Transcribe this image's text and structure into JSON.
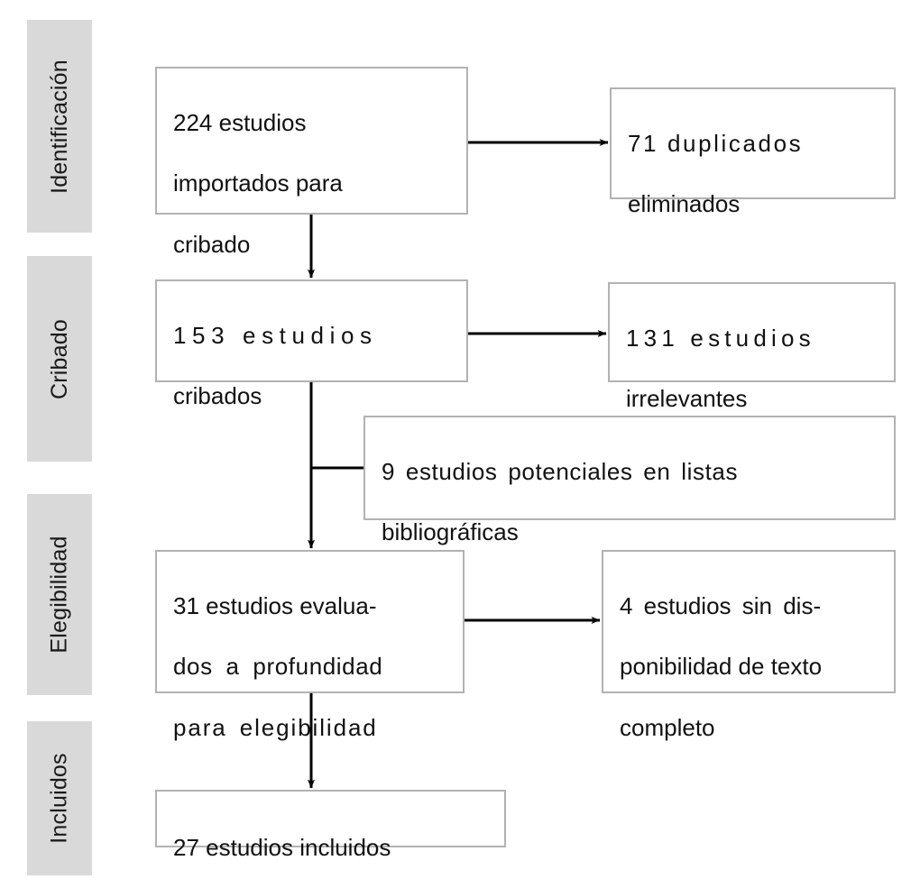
{
  "diagram": {
    "type": "prisma-flow-diagram",
    "language": "es",
    "colors": {
      "stage_bar_fill": "#d9d9d9",
      "box_border": "#b2b2b2",
      "box_fill": "#ffffff",
      "text": "#111111",
      "connector": "#000000",
      "background": "#ffffff"
    }
  },
  "stages": [
    {
      "id": "identificacion",
      "label": "Identificación"
    },
    {
      "id": "cribado",
      "label": "Cribado"
    },
    {
      "id": "elegibilidad",
      "label": "Elegibilidad"
    },
    {
      "id": "incluidos",
      "label": "Incluidos"
    }
  ],
  "boxes": [
    {
      "id": "importados",
      "stage": "identificacion",
      "count": 224,
      "text": "224 estudios importados para cribado",
      "lines": [
        "224  estudios",
        "importados para",
        "cribado"
      ]
    },
    {
      "id": "duplicados",
      "stage": "identificacion",
      "count": 71,
      "text": "71 duplicados eliminados",
      "lines": [
        "71  duplicados",
        "eliminados"
      ]
    },
    {
      "id": "cribados",
      "stage": "cribado",
      "count": 153,
      "text": "153 estudios cribados",
      "lines": [
        "153  estudios",
        "cribados"
      ]
    },
    {
      "id": "irrelevantes",
      "stage": "cribado",
      "count": 131,
      "text": "131 estudios irrelevantes",
      "lines": [
        "131  estudios",
        "irrelevantes"
      ]
    },
    {
      "id": "listas-bibliograficas",
      "stage": "cribado",
      "count": 9,
      "text": "9 estudios potenciales en listas bibliográficas",
      "lines": [
        "9 estudios potenciales en listas",
        "bibliográficas"
      ]
    },
    {
      "id": "evaluados",
      "stage": "elegibilidad",
      "count": 31,
      "text": "31 estudios evaluados a profundidad para elegibilidad",
      "lines": [
        "31 estudios evalua-",
        "dos a profundidad",
        "para elegibilidad"
      ]
    },
    {
      "id": "sin-texto-completo",
      "stage": "elegibilidad",
      "count": 4,
      "text": "4 estudios sin disponibilidad de texto completo",
      "lines": [
        "4 estudios sin dis-",
        "ponibilidad de texto",
        "completo"
      ]
    },
    {
      "id": "incluidos",
      "stage": "incluidos",
      "count": 27,
      "text": "27 estudios incluidos",
      "lines": [
        "27 estudios incluidos"
      ]
    }
  ],
  "connectors": [
    {
      "id": "importados-to-duplicados",
      "from": "importados",
      "to": "duplicados",
      "arrow": true,
      "direction": "right"
    },
    {
      "id": "importados-to-cribados",
      "from": "importados",
      "to": "cribados",
      "arrow": true,
      "direction": "down"
    },
    {
      "id": "cribados-to-irrelevantes",
      "from": "cribados",
      "to": "irrelevantes",
      "arrow": true,
      "direction": "right"
    },
    {
      "id": "cribados-to-evaluados",
      "from": "cribados",
      "to": "evaluados",
      "arrow": true,
      "direction": "down"
    },
    {
      "id": "listas-to-mainflow",
      "from": "listas-bibliograficas",
      "to": "cribados-to-evaluados",
      "arrow": false,
      "direction": "left"
    },
    {
      "id": "evaluados-to-sin-texto",
      "from": "evaluados",
      "to": "sin-texto-completo",
      "arrow": true,
      "direction": "right"
    },
    {
      "id": "evaluados-to-incluidos",
      "from": "evaluados",
      "to": "incluidos",
      "arrow": true,
      "direction": "down"
    }
  ]
}
